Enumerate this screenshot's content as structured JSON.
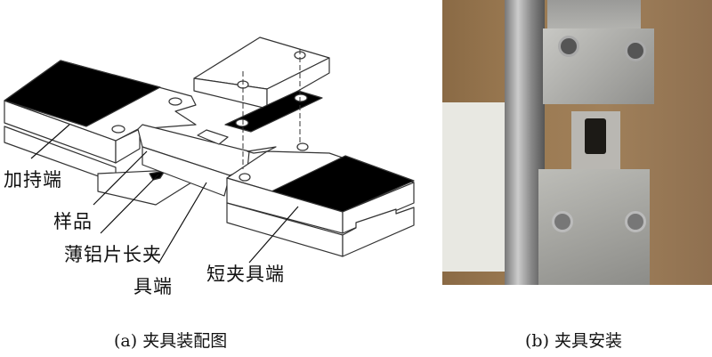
{
  "figure_a": {
    "labels": {
      "clamp_end": "加持端",
      "sample": "样品",
      "long_clamp_line1": "薄铝片长夹",
      "long_clamp_line2": "具端",
      "short_clamp": "短夹具端"
    },
    "caption": "(a) 夹具装配图"
  },
  "figure_b": {
    "caption": "(b) 夹具安装"
  }
}
